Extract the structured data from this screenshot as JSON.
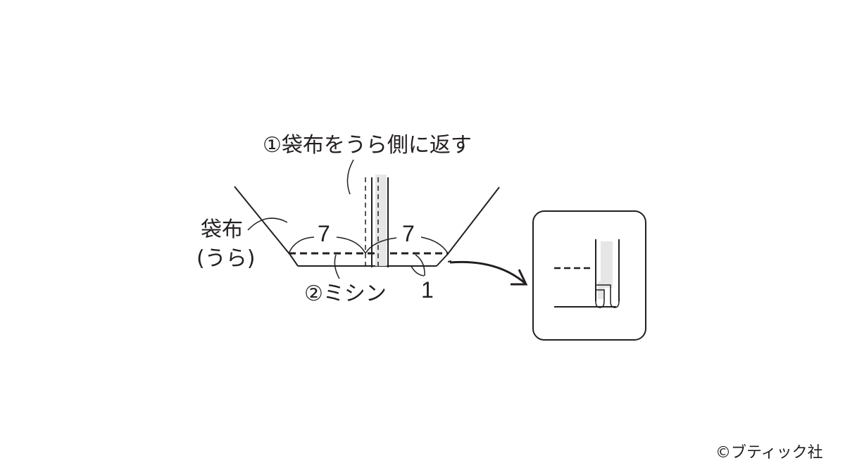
{
  "diagram": {
    "step1_label": "①袋布をうら側に返す",
    "fabric_label_line1": "袋布",
    "fabric_label_line2": "(うら)",
    "dimension_left": "7",
    "dimension_right": "7",
    "step2_label": "②ミシン",
    "dimension_seam": "1",
    "copyright": "©ブティック社",
    "colors": {
      "line": "#231f20",
      "shading": "#e6e6e6",
      "background": "#ffffff"
    }
  }
}
